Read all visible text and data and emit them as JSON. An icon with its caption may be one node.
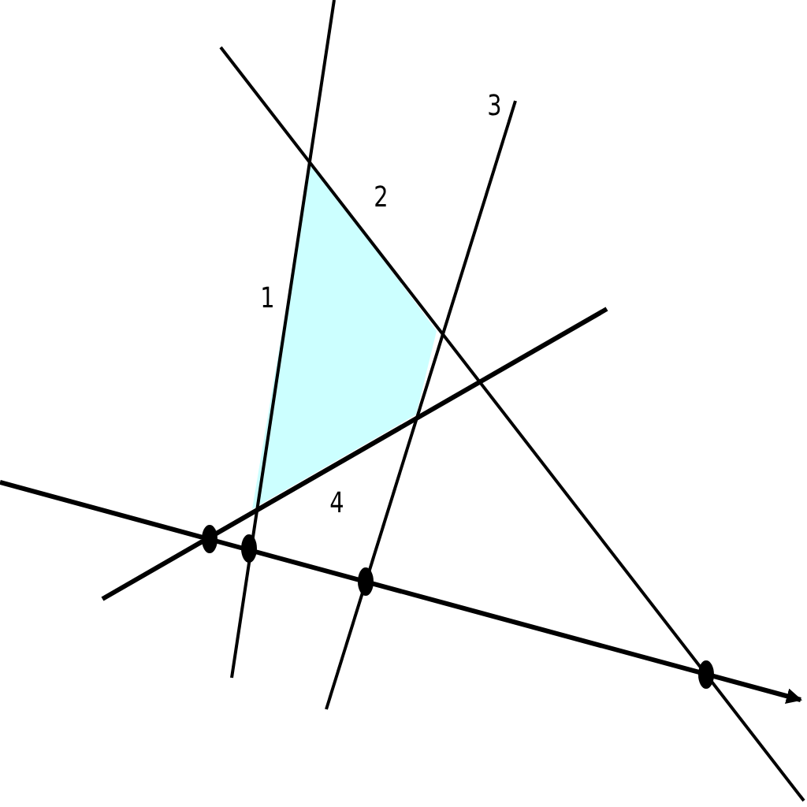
{
  "diagram": {
    "labels": [
      "3",
      "2",
      "1",
      "4"
    ]
  }
}
